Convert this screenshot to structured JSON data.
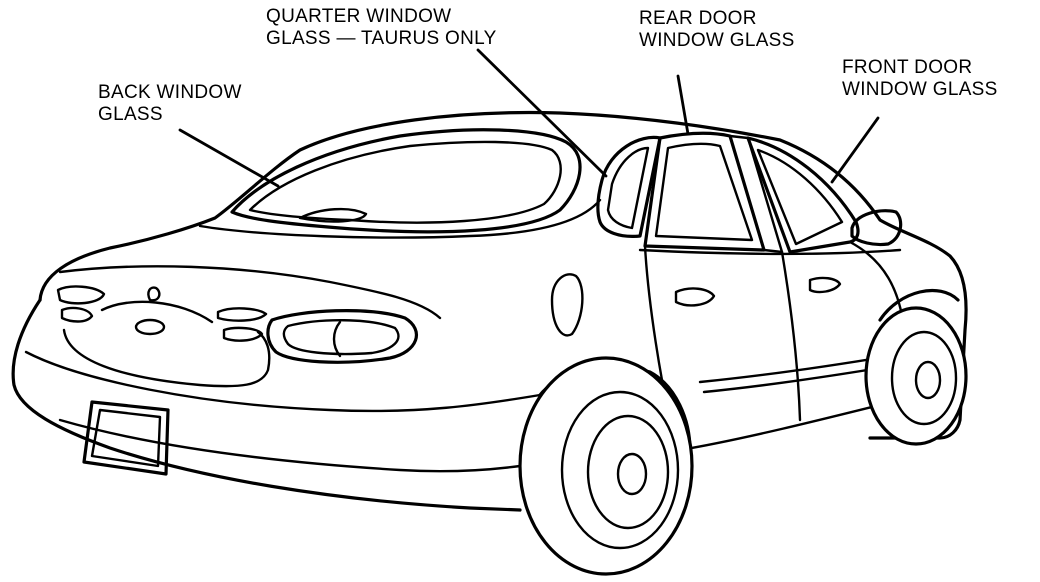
{
  "callouts": {
    "back_window": {
      "line1": "BACK WINDOW",
      "line2": "GLASS"
    },
    "quarter_window": {
      "line1": "QUARTER WINDOW",
      "line2": "GLASS — TAURUS ONLY"
    },
    "rear_door_window": {
      "line1": "REAR DOOR",
      "line2": "WINDOW GLASS"
    },
    "front_door_window": {
      "line1": "FRONT DOOR",
      "line2": "WINDOW GLASS"
    }
  },
  "colors": {
    "ink": "#000000",
    "paper": "#ffffff"
  }
}
